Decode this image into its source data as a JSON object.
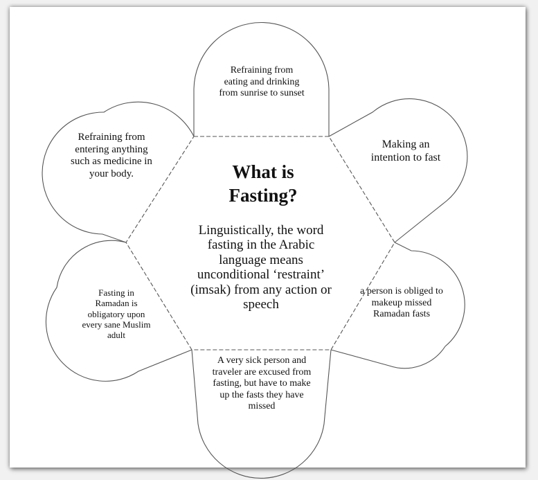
{
  "center": {
    "title_line1": "What is",
    "title_line2": "Fasting?",
    "body": "Linguistically, the word fasting in the Arabic language means unconditional ‘restraint’ (imsak) from any action or speech"
  },
  "petals": {
    "top": "Refraining from eating and drinking from sunrise to sunset",
    "upper_right": "Making an intention to fast",
    "lower_right": "a person is obliged to makeup missed Ramadan fasts",
    "bottom": "A very sick person and traveler are excused from fasting, but have to make up the fasts they have missed",
    "lower_left": "Fasting in Ramadan is obligatory upon every sane Muslim adult",
    "upper_left": "Refraining from entering anything  such as medicine in your body."
  }
}
